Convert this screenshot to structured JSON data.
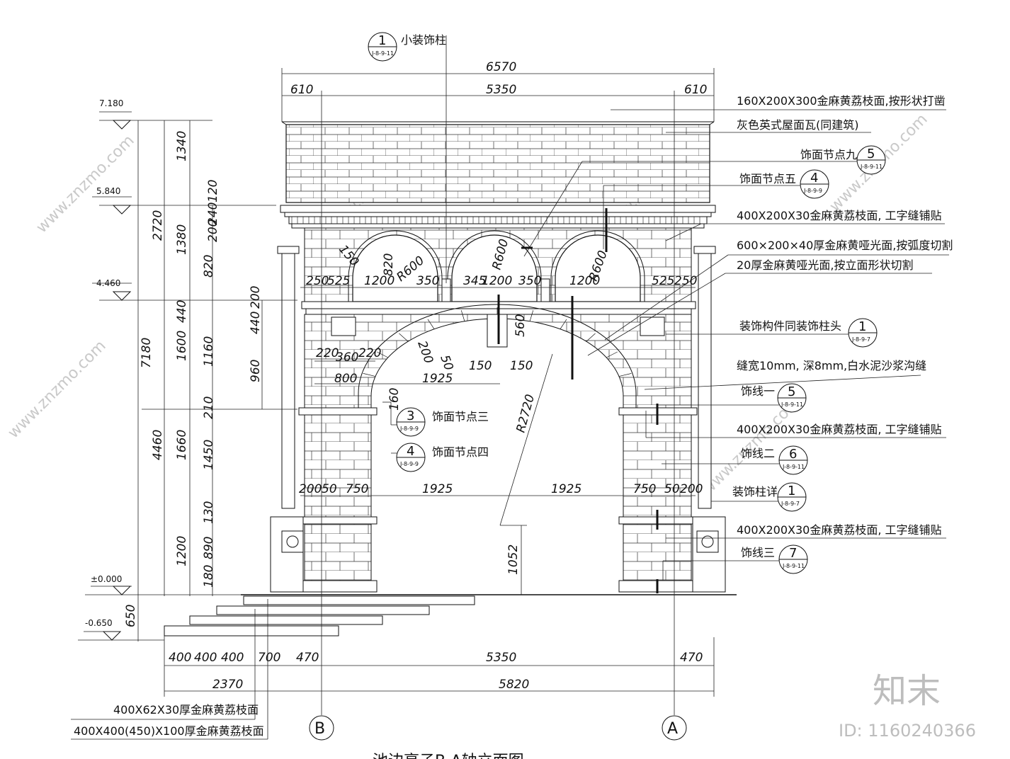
{
  "title": "池边亭子B-A轴立面图",
  "dimensions": {
    "top_overall": "6570",
    "top_left": "610",
    "top_mid": "5350",
    "top_right": "610",
    "left_col1": [
      "1340",
      "120",
      "240",
      "200",
      "1380",
      "820",
      "440",
      "200",
      "440",
      "1160",
      "960",
      "210",
      "1450",
      "130",
      "890",
      "180"
    ],
    "left_col2": [
      "2720",
      "1600",
      "1660",
      "1200",
      "650"
    ],
    "left_col3": [
      "7180",
      "4460"
    ],
    "upper_row": [
      "250",
      "525",
      "1200",
      "350",
      "345",
      "1200",
      "350",
      "1200",
      "525",
      "250"
    ],
    "mid_labels": [
      "820",
      "150",
      "R600",
      "R600",
      "R600",
      "560",
      "200",
      "50",
      "220",
      "360",
      "220",
      "800",
      "1925",
      "150",
      "150",
      "160",
      "R2720",
      "1052"
    ],
    "lower_row": [
      "200",
      "50",
      "750",
      "1925",
      "1925",
      "750",
      "50",
      "200"
    ],
    "bottom_row1": [
      "400",
      "400",
      "400",
      "700",
      "470",
      "5350",
      "470"
    ],
    "bottom_row2": [
      "2370",
      "5820"
    ]
  },
  "levels": [
    "7.180",
    "5.840",
    "4.460",
    "±0.000",
    "-0.650"
  ],
  "notes": [
    "160X200X300金麻黄荔枝面,按形状打凿",
    "灰色英式屋面瓦(同建筑)",
    "饰面节点九",
    "饰面节点五",
    "400X200X30金麻黄荔枝面, 工字缝铺贴",
    "600×200×40厚金麻黄哑光面,按弧度切割",
    "20厚金麻黄哑光面,按立面形状切割",
    "装饰构件同装饰柱头",
    "缝宽10mm, 深8mm,白水泥沙浆沟缝",
    "饰线一",
    "400X200X30金麻黄荔枝面, 工字缝铺贴",
    "饰线二",
    "装饰柱详",
    "400X200X30金麻黄荔枝面, 工字缝铺贴",
    "饰线三"
  ],
  "top_note": "小装饰柱",
  "callouts": [
    {
      "num": "1",
      "ref": "J-8-9-11"
    },
    {
      "num": "5",
      "ref": "J-8-9-11"
    },
    {
      "num": "4",
      "ref": "J-8-9-9"
    },
    {
      "num": "1",
      "ref": "J-8-9-7"
    },
    {
      "num": "5",
      "ref": "J-8-9-11"
    },
    {
      "num": "6",
      "ref": "J-8-9-11"
    },
    {
      "num": "1",
      "ref": "J-8-9-7"
    },
    {
      "num": "7",
      "ref": "J-8-9-11"
    },
    {
      "num": "3",
      "ref": "J-8-9-9"
    },
    {
      "num": "4",
      "ref": "J-8-9-9"
    }
  ],
  "mid_notes": [
    "饰面节点三",
    "饰面节点四"
  ],
  "bottom_notes": [
    "400X62X30厚金麻黄荔枝面",
    "400X400(450)X100厚金麻黄荔枝面"
  ],
  "axes": [
    "B",
    "A"
  ],
  "watermark": {
    "logo": "知末",
    "id": "ID: 1160240366",
    "site": "www.znzmo.com"
  }
}
